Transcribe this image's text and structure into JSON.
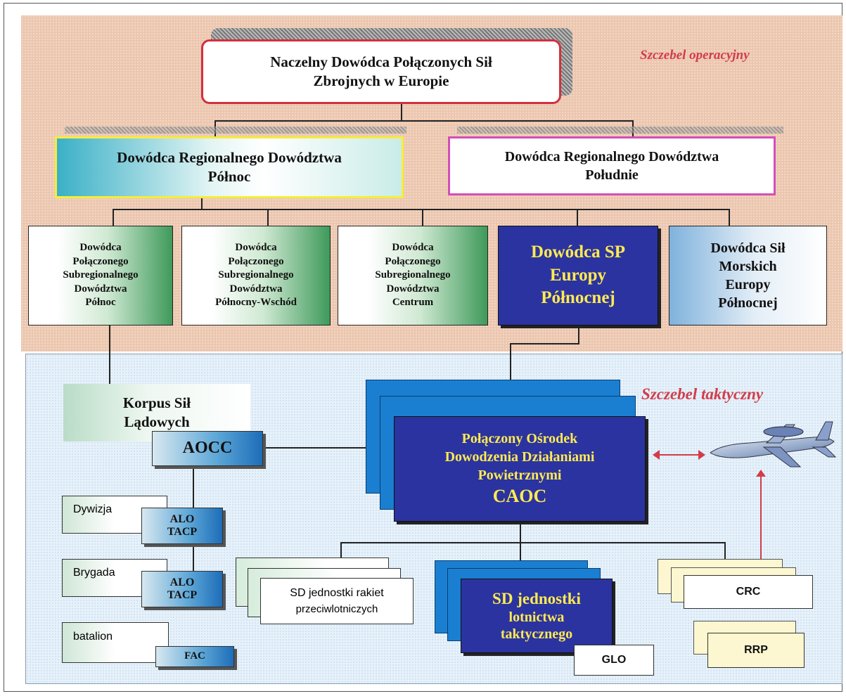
{
  "levels": {
    "operational": "Szczebel operacyjny",
    "tactical": "Szczebel taktyczny"
  },
  "nodes": {
    "supreme": [
      "Naczelny Dowódca Połączonych Sił",
      "Zbrojnych w Europie"
    ],
    "north": [
      "Dowódca Regionalnego Dowództwa",
      "Północ"
    ],
    "south": [
      "Dowódca Regionalnego Dowództwa",
      "Południe"
    ],
    "sub_n": [
      "Dowódca",
      "Połączonego",
      "Subregionalnego",
      "Dowództwa",
      "Północ"
    ],
    "sub_ne": [
      "Dowódca",
      "Połączonego",
      "Subregionalnego",
      "Dowództwa",
      "Północny-Wschód"
    ],
    "sub_c": [
      "Dowódca",
      "Połączonego",
      "Subregionalnego",
      "Dowództwa",
      "Centrum"
    ],
    "air": [
      "Dowódca SP",
      "Europy",
      "Północnej"
    ],
    "naval": [
      "Dowódca Sił",
      "Morskich",
      "Europy",
      "Północnej"
    ],
    "land": [
      "Korpus Sił",
      "Lądowych"
    ],
    "aocc": "AOCC",
    "caoc": [
      "Połączony Ośrodek",
      "Dowodzenia Działaniami",
      "Powietrznymi",
      "CAOC"
    ],
    "division": "Dywizja",
    "brigade": "Brygada",
    "battalion": "batalion",
    "alo1": [
      "ALO",
      "TACP"
    ],
    "alo2": [
      "ALO",
      "TACP"
    ],
    "fac": "FAC",
    "sam": [
      "SD jednostki rakiet",
      "przeciwlotniczych"
    ],
    "tac_air": [
      "SD jednostki",
      "lotnictwa",
      "taktycznego"
    ],
    "glo": "GLO",
    "crc": "CRC",
    "rrp": "RRP"
  },
  "colors": {
    "accent_red": "#d23c4a",
    "navy": "#2b33a0",
    "yellow_text": "#ffea52",
    "magenta_border": "#d24fb9",
    "crimson_border": "#d2303f",
    "yellow_border": "#f5ee3a"
  }
}
